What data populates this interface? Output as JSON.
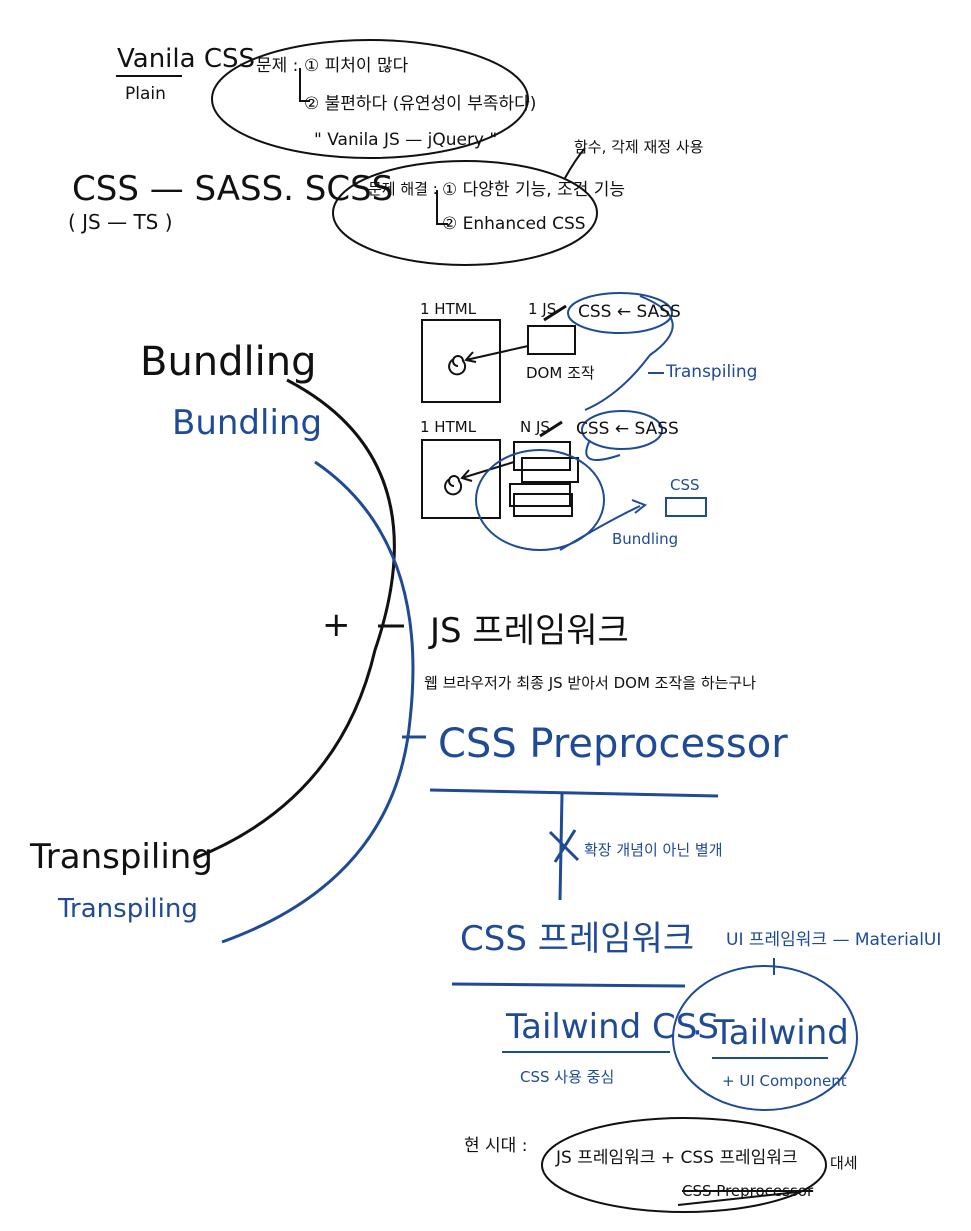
{
  "colors": {
    "ink_black": "#111111",
    "ink_blue": "#1f4a96",
    "background": "#ffffff"
  },
  "top": {
    "vanila_css": "Vanila CSS",
    "plain": "Plain",
    "problem_label": "문제 :",
    "problem_1": "① 피처이 많다",
    "problem_2": "② 불편하다 (유연성이 부족하다)",
    "vanila_js_quote": "\" Vanila JS — jQuery \"",
    "css_sass": "CSS — SASS. SCSS",
    "js_ts": "( JS  —  TS )",
    "solution_label": "문제 해결 :",
    "solution_1": "① 다양한 기능, 조건 기능",
    "solution_2": "② Enhanced CSS",
    "function_note": "함수, 각제 재정 사용"
  },
  "diagram": {
    "row1_html": "1  HTML",
    "row1_js": "1  JS",
    "row1_css_sass": "CSS ← SASS",
    "dom_note": "DOM 조작",
    "transpiling": "Transpiling",
    "row2_html": "1  HTML",
    "row2_js": "N  JS",
    "row2_css_sass": "CSS ← SASS",
    "css_box": "CSS",
    "bundling": "Bundling"
  },
  "left": {
    "bundling_black": "Bundling",
    "bundling_blue": "Bundling",
    "plus": "+",
    "transpiling_black": "Transpiling",
    "transpiling_blue": "Transpiling"
  },
  "right": {
    "js_framework": "JS 프레임워크",
    "js_framework_note": "웹 브라우저가 최종 JS 받아서 DOM 조작을 하는구나",
    "css_preprocessor": "CSS Preprocessor",
    "not_extension_note": "확장 개념이 아닌 별개",
    "css_framework": "CSS 프레임워크",
    "ui_framework": "UI 프레임워크 — MaterialUI",
    "tailwind_css": "Tailwind CSS",
    "tailwind": "· Tailwind",
    "css_usage": "CSS 사용 중심",
    "ui_component": "+ UI Component"
  },
  "bottom": {
    "era_label": "현 시대 :",
    "era_content": "JS 프레임워크  +  CSS 프레임워크",
    "css_preprocessor_struck": "CSS Preprocessor",
    "era_suffix": "대세"
  }
}
